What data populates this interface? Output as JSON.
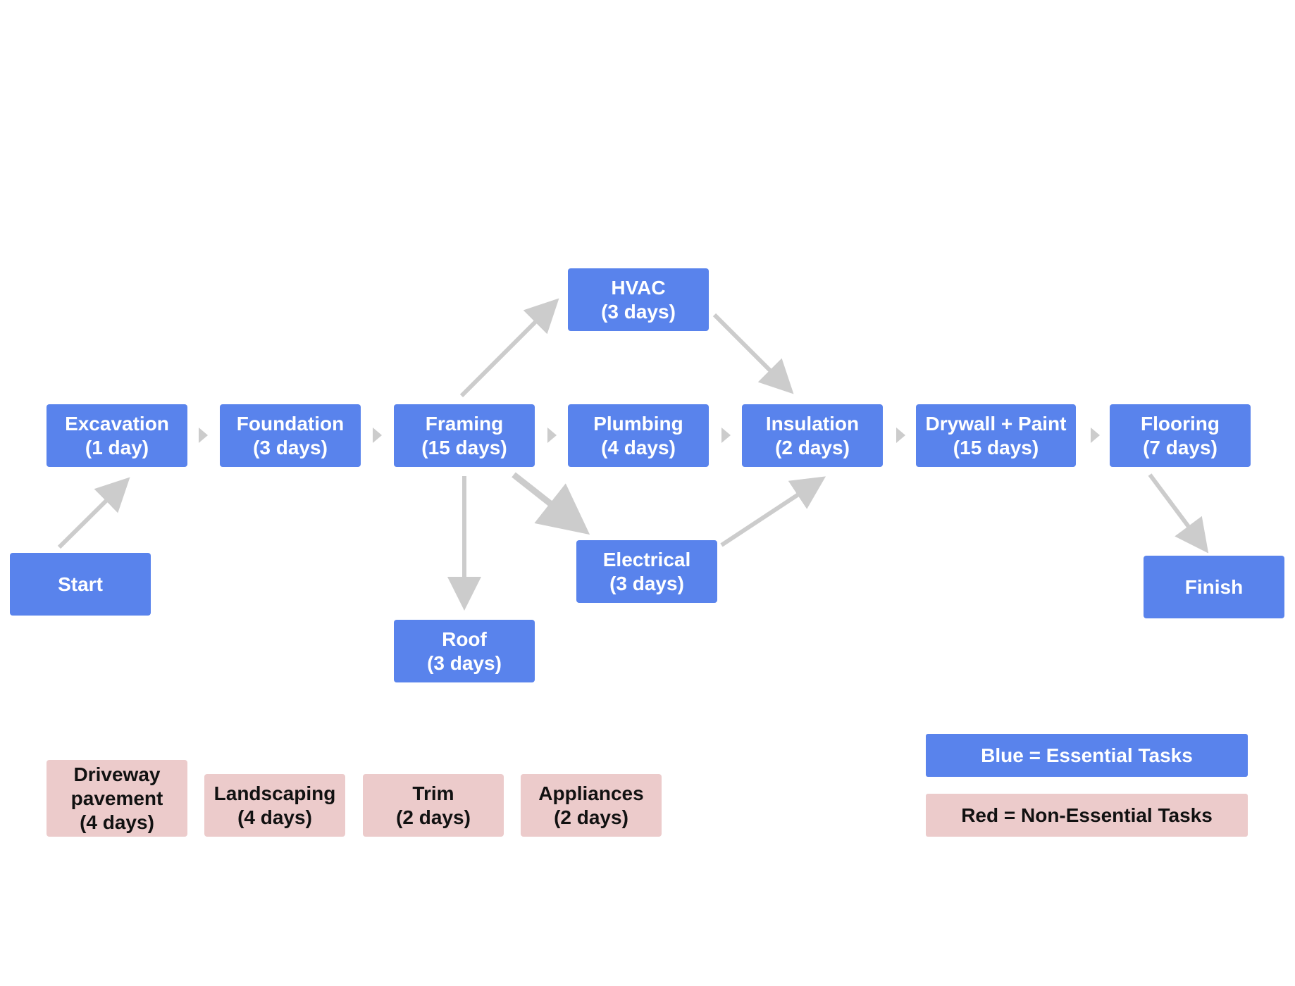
{
  "colors": {
    "essential": "#5983ec",
    "non_essential": "#eccbcb",
    "arrow": "#cccccc"
  },
  "nodes": {
    "excavation": {
      "name": "Excavation",
      "duration": "(1 day)"
    },
    "foundation": {
      "name": "Foundation",
      "duration": "(3 days)"
    },
    "framing": {
      "name": "Framing",
      "duration": "(15 days)"
    },
    "plumbing": {
      "name": "Plumbing",
      "duration": "(4 days)"
    },
    "insulation": {
      "name": "Insulation",
      "duration": "(2 days)"
    },
    "drywall": {
      "name": "Drywall + Paint",
      "duration": "(15 days)"
    },
    "flooring": {
      "name": "Flooring",
      "duration": "(7 days)"
    },
    "hvac": {
      "name": "HVAC",
      "duration": "(3 days)"
    },
    "electrical": {
      "name": "Electrical",
      "duration": "(3 days)"
    },
    "roof": {
      "name": "Roof",
      "duration": "(3 days)"
    },
    "start": {
      "name": "Start"
    },
    "finish": {
      "name": "Finish"
    }
  },
  "non_essential": {
    "driveway": {
      "line1": "Driveway",
      "line2": "pavement",
      "duration": "(4 days)"
    },
    "landscaping": {
      "name": "Landscaping",
      "duration": "(4 days)"
    },
    "trim": {
      "name": "Trim",
      "duration": "(2 days)"
    },
    "appliances": {
      "name": "Appliances",
      "duration": "(2 days)"
    }
  },
  "legend": {
    "blue": "Blue = Essential Tasks",
    "red": "Red = Non-Essential Tasks"
  },
  "edges": [
    [
      "start",
      "excavation"
    ],
    [
      "excavation",
      "foundation"
    ],
    [
      "foundation",
      "framing"
    ],
    [
      "framing",
      "plumbing"
    ],
    [
      "framing",
      "hvac"
    ],
    [
      "framing",
      "electrical"
    ],
    [
      "framing",
      "roof"
    ],
    [
      "plumbing",
      "insulation"
    ],
    [
      "hvac",
      "insulation"
    ],
    [
      "electrical",
      "insulation"
    ],
    [
      "insulation",
      "drywall"
    ],
    [
      "drywall",
      "flooring"
    ],
    [
      "flooring",
      "finish"
    ]
  ]
}
